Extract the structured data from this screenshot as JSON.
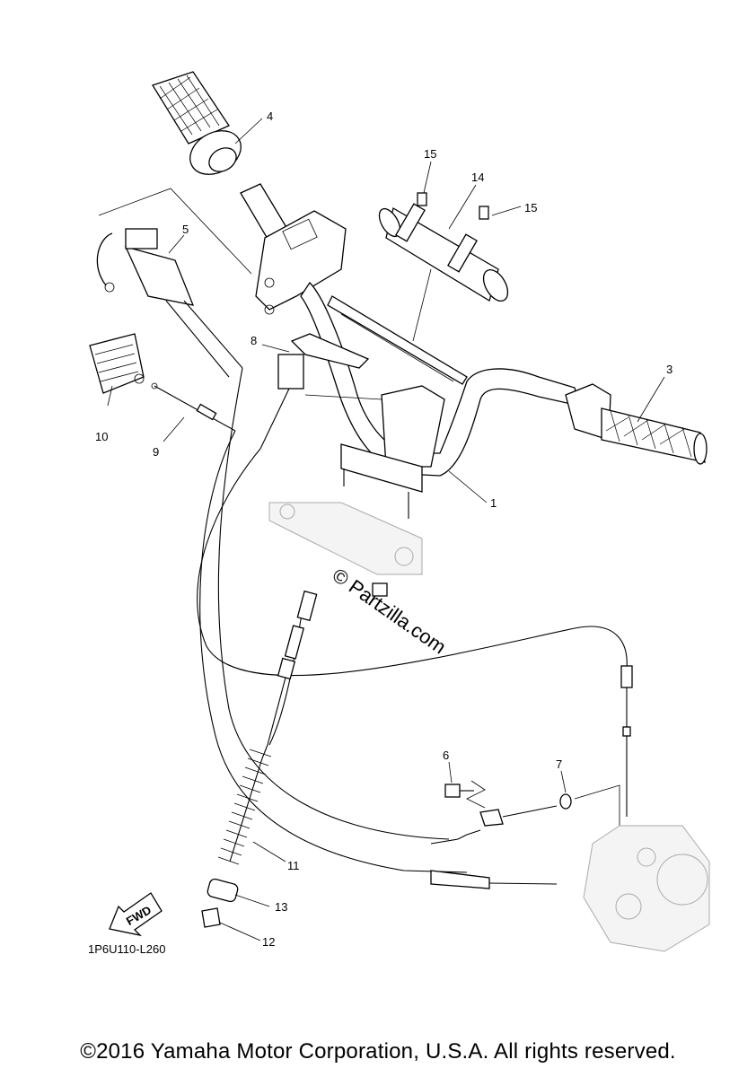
{
  "diagram": {
    "parts": [
      {
        "label": "1"
      },
      {
        "label": "3"
      },
      {
        "label": "4"
      },
      {
        "label": "5"
      },
      {
        "label": "6"
      },
      {
        "label": "7"
      },
      {
        "label": "8"
      },
      {
        "label": "9"
      },
      {
        "label": "10"
      },
      {
        "label": "11"
      },
      {
        "label": "12"
      },
      {
        "label": "13"
      },
      {
        "label": "14"
      },
      {
        "label": "15"
      },
      {
        "label": "15"
      }
    ],
    "fwd_label": "FWD",
    "drawing_code": "1P6U110-L260",
    "watermark": "© Partzilla.com",
    "copyright": "©2016 Yamaha Motor Corporation, U.S.A. All rights reserved."
  }
}
